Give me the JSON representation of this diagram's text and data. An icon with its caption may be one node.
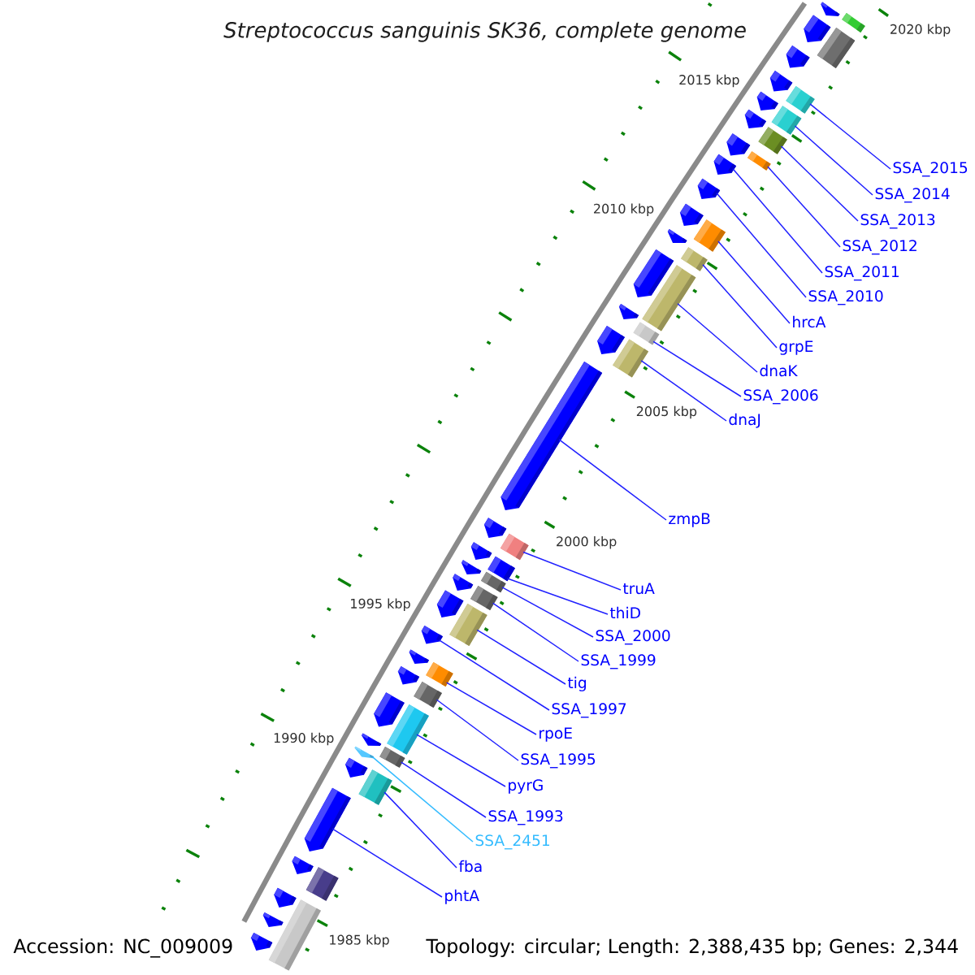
{
  "diagram": {
    "title": "Streptococcus sanguinis SK36, complete genome",
    "nodes": [
      {
        "text": [
          "SSA_2015"
        ]
      },
      {
        "text": [
          "SSA_2014"
        ]
      },
      {
        "text": [
          "SSA_2013"
        ]
      },
      {
        "text": [
          "SSA_2012"
        ]
      },
      {
        "text": [
          "SSA_2011"
        ]
      },
      {
        "text": [
          "SSA_2010"
        ]
      },
      {
        "text": [
          "hrcA"
        ]
      },
      {
        "text": [
          "grpE"
        ]
      },
      {
        "text": [
          "dnaK"
        ]
      },
      {
        "text": [
          "SSA_2006"
        ]
      },
      {
        "text": [
          "dnaJ"
        ]
      },
      {
        "text": [
          "zmpB"
        ]
      },
      {
        "text": [
          "truA"
        ]
      },
      {
        "text": [
          "thiD"
        ]
      },
      {
        "text": [
          "SSA_2000"
        ]
      },
      {
        "text": [
          "SSA_1999"
        ]
      },
      {
        "text": [
          "tig"
        ]
      },
      {
        "text": [
          "SSA_1997"
        ]
      },
      {
        "text": [
          "rpoE"
        ]
      },
      {
        "text": [
          "SSA_1995"
        ]
      },
      {
        "text": [
          "pyrG"
        ]
      },
      {
        "text": [
          "SSA_1993"
        ]
      },
      {
        "text": [
          "SSA_2451"
        ]
      },
      {
        "text": [
          "fba"
        ]
      },
      {
        "text": [
          "phtA"
        ]
      },
      {
        "text": [],
        "shape": "pentagon"
      },
      {
        "text": [],
        "shape": "pentagon"
      },
      {
        "text": [],
        "shape": "pentagon"
      },
      {
        "text": [],
        "shape": "pentagon"
      },
      {
        "text": [],
        "shape": "pentagon"
      },
      {
        "text": [],
        "shape": "pentagon"
      },
      {
        "text": [],
        "shape": "pentagon"
      },
      {
        "text": [],
        "shape": "pentagon"
      },
      {
        "text": [],
        "shape": "pentagon"
      },
      {
        "text": [],
        "shape": "pentagon"
      },
      {
        "text": [],
        "shape": "pentagon"
      },
      {
        "text": [],
        "shape": "pentagon"
      },
      {
        "text": [],
        "shape": "pentagon"
      },
      {
        "text": [],
        "shape": "pentagon"
      },
      {
        "text": [],
        "shape": "pentagon"
      },
      {
        "text": [],
        "shape": "pentagon"
      },
      {
        "text": [],
        "shape": "pentagon"
      },
      {
        "text": [],
        "shape": "pentagon"
      },
      {
        "text": [],
        "shape": "pentagon"
      },
      {
        "text": [],
        "shape": "pentagon"
      },
      {
        "text": [],
        "shape": "pentagon"
      },
      {
        "text": [],
        "shape": "pentagon"
      },
      {
        "text": [],
        "shape": "pentagon"
      },
      {
        "text": [],
        "shape": "pentagon"
      },
      {
        "text": [],
        "shape": "pentagon"
      },
      {
        "text": [],
        "shape": "pentagon"
      },
      {
        "text": [],
        "shape": "pentagon"
      },
      {
        "text": [],
        "shape": "pentagon"
      },
      {
        "text": [],
        "shape": "pentagon"
      },
      {
        "text": [],
        "shape": "pentagon"
      },
      {
        "text": [],
        "shape": "pentagon"
      },
      {
        "text": [],
        "shape": "pentagon"
      },
      {
        "text": [],
        "shape": "box"
      },
      {
        "text": [],
        "shape": "box"
      },
      {
        "text": [],
        "shape": "box"
      },
      {
        "text": [],
        "shape": "box"
      },
      {
        "text": [],
        "shape": "box"
      },
      {
        "text": [],
        "shape": "box"
      },
      {
        "text": [],
        "shape": "box"
      },
      {
        "text": [],
        "shape": "box"
      },
      {
        "text": [],
        "shape": "box"
      },
      {
        "text": [],
        "shape": "box"
      },
      {
        "text": [],
        "shape": "box"
      },
      {
        "text": [],
        "shape": "box"
      },
      {
        "text": [],
        "shape": "box"
      },
      {
        "text": [],
        "shape": "box"
      },
      {
        "text": [],
        "shape": "box"
      },
      {
        "text": [],
        "shape": "box"
      },
      {
        "text": [],
        "shape": "box"
      },
      {
        "text": [],
        "shape": "box"
      },
      {
        "text": [],
        "shape": "box"
      },
      {
        "text": [],
        "shape": "box"
      },
      {
        "text": [],
        "shape": "box"
      },
      {
        "text": [],
        "shape": "box"
      },
      {
        "text": [],
        "shape": "box"
      }
    ],
    "edges": [
      {
        "from": 0,
        "to": 59,
        "arrow": "none"
      },
      {
        "from": 1,
        "to": 60,
        "arrow": "none"
      },
      {
        "from": 2,
        "to": 61,
        "arrow": "none"
      },
      {
        "from": 3,
        "to": 62,
        "arrow": "none"
      },
      {
        "from": 4,
        "to": 32,
        "arrow": "none"
      },
      {
        "from": 5,
        "to": 33,
        "arrow": "none"
      },
      {
        "from": 6,
        "to": 63,
        "arrow": "none"
      },
      {
        "from": 7,
        "to": 64,
        "arrow": "none"
      },
      {
        "from": 8,
        "to": 65,
        "arrow": "none"
      },
      {
        "from": 9,
        "to": 66,
        "arrow": "none"
      },
      {
        "from": 10,
        "to": 67,
        "arrow": "none"
      },
      {
        "from": 11,
        "to": 39,
        "arrow": "none"
      },
      {
        "from": 12,
        "to": 68,
        "arrow": "none"
      },
      {
        "from": 13,
        "to": 69,
        "arrow": "none"
      },
      {
        "from": 14,
        "to": 70,
        "arrow": "none"
      },
      {
        "from": 15,
        "to": 71,
        "arrow": "none"
      },
      {
        "from": 16,
        "to": 72,
        "arrow": "none"
      },
      {
        "from": 17,
        "to": 45,
        "arrow": "none"
      },
      {
        "from": 18,
        "to": 73,
        "arrow": "none"
      },
      {
        "from": 19,
        "to": 74,
        "arrow": "none"
      },
      {
        "from": 20,
        "to": 75,
        "arrow": "none"
      },
      {
        "from": 21,
        "to": 76,
        "arrow": "none"
      },
      {
        "from": 22,
        "to": 50,
        "arrow": "none",
        "color": "#33bbff"
      },
      {
        "from": 23,
        "to": 77,
        "arrow": "none"
      },
      {
        "from": 24,
        "to": 52,
        "arrow": "none"
      }
    ],
    "labels": [
      "2020 kbp",
      "2015 kbp",
      "2010 kbp",
      "2005 kbp",
      "2000 kbp",
      "1995 kbp",
      "1990 kbp",
      "1985 kbp",
      "Accession: NC_009009",
      "Topology: circular; Length: 2,388,435 bp; Genes: 2,344"
    ]
  }
}
